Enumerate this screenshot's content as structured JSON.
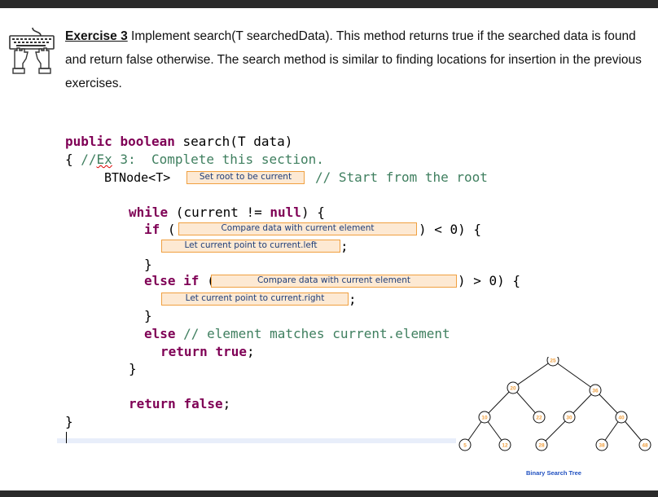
{
  "exercise": {
    "title": "Exercise 3",
    "line1": " Implement search(T searchedData). This method returns true if the searched data is found",
    "line2": "and return false otherwise. The search method is similar to finding locations for insertion in the previous",
    "line3": "exercises."
  },
  "code": {
    "kw_public": "public",
    "kw_boolean": "boolean",
    "sig_rest": " search(T data)",
    "brace_open": "{ ",
    "comment_ex_a": "//",
    "comment_ex_b": "Ex",
    "comment_ex_c": " 3:  Complete this section.",
    "btnode": "BTNode<T>",
    "comment_root": "// Start from the root",
    "kw_while": "while",
    "while_rest": " (current != ",
    "kw_null": "null",
    "while_end": ") {",
    "kw_if": "if",
    "if_open": " (",
    "if_close": ") < 0) {",
    "semi": ";",
    "brace_close": "}",
    "kw_else": "else",
    "kw_if2": "if",
    "elseif_open": " (",
    "elseif_close": ") > 0) {",
    "comment_match": "// element matches current.element",
    "kw_return": "return",
    "kw_true": "true",
    "kw_false": "false",
    "outer_close": "}",
    "method_close": "}"
  },
  "blanks": {
    "set_root": "Set root to be current",
    "compare1": "Compare data with current element",
    "let_left": "Let current point to current.left",
    "compare2": "Compare data with current element",
    "let_right": "Let current point to current.right"
  },
  "bst": {
    "caption": "Binary Search Tree",
    "nodes": [
      "25",
      "20",
      "36",
      "10",
      "22",
      "30",
      "40",
      "5",
      "12",
      "28",
      "38",
      "48"
    ],
    "node_color": "#f0a040",
    "caption_color": "#2050c0"
  }
}
